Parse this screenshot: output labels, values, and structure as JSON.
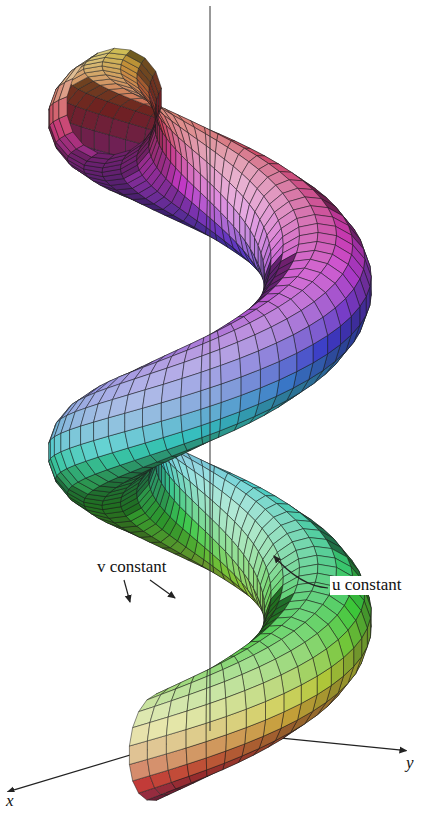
{
  "diagram": {
    "labels": [
      "v constant",
      "u constant",
      "x",
      "y"
    ]
  }
}
